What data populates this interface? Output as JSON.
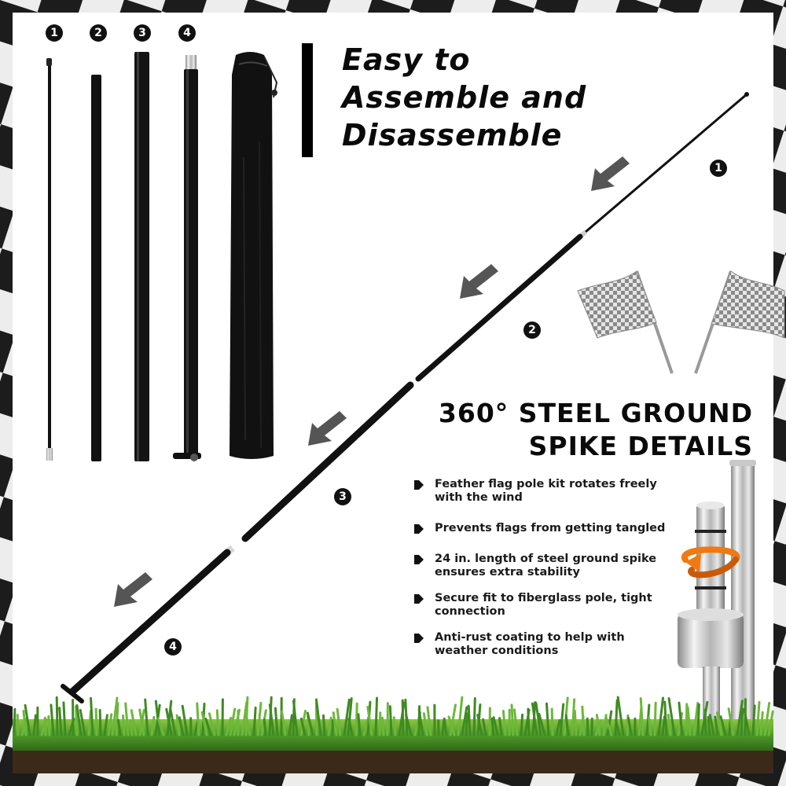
{
  "headline": {
    "line1": "Easy to",
    "line2": "Assemble and",
    "line3": "Disassemble"
  },
  "parts": [
    {
      "number": "1"
    },
    {
      "number": "2"
    },
    {
      "number": "3"
    },
    {
      "number": "4"
    }
  ],
  "assembly_numbers": [
    "1",
    "2",
    "3",
    "4"
  ],
  "spike": {
    "title_line1": "360° STEEL GROUND",
    "title_line2": "SPIKE DETAILS",
    "features": [
      "Feather flag pole kit rotates freely with the wind",
      "Prevents flags from getting tangled",
      "24 in. length of steel ground spike ensures extra stability",
      "Secure fit to fiberglass pole, tight connection",
      "Anti-rust coating to help with weather conditions"
    ]
  },
  "colors": {
    "pole": "#111111",
    "arrow": "#555555",
    "grass": "#4f9a2a",
    "soil": "#3b2a1a",
    "rotation_arrow": "#f07a12",
    "checker_dark": "#1e1e1e",
    "checker_light": "#f2f2f2"
  }
}
